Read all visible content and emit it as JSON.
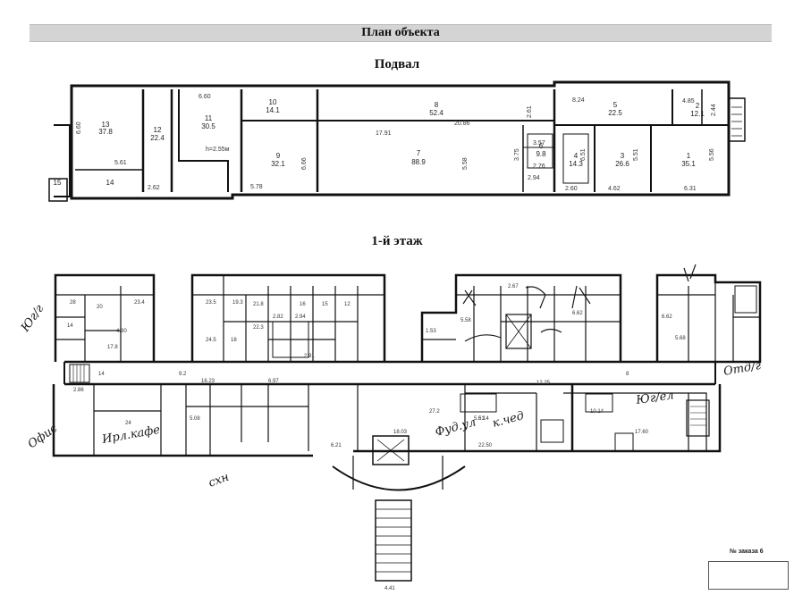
{
  "document": {
    "title": "План объекта",
    "sections": {
      "basement": "Подвал",
      "floor1": "1-й этаж"
    }
  },
  "basement_rooms": [
    {
      "num": "13",
      "area": "37.8"
    },
    {
      "num": "12",
      "area": "22.4"
    },
    {
      "num": "11",
      "area": "30.5"
    },
    {
      "num": "10",
      "area": "14.1"
    },
    {
      "num": "9",
      "area": "32.1"
    },
    {
      "num": "8",
      "area": "52.4"
    },
    {
      "num": "7",
      "area": "88.9"
    },
    {
      "num": "6",
      "area": "9.8"
    },
    {
      "num": "5",
      "area": "22.5"
    },
    {
      "num": "4",
      "area": "14.3"
    },
    {
      "num": "3",
      "area": "26.6"
    },
    {
      "num": "2",
      "area": "12.1"
    },
    {
      "num": "1",
      "area": "35.1"
    },
    {
      "num": "14",
      "area": ""
    },
    {
      "num": "15",
      "area": ""
    }
  ],
  "basement_dims": [
    "6.60",
    "5.61",
    "2.62",
    "6.60",
    "h=2.55м",
    "5.78",
    "6.66",
    "17.91",
    "20.86",
    "5.58",
    "2.61",
    "3.57",
    "3.75",
    "2.76",
    "2.94",
    "8.24",
    "4.85",
    "2.44",
    "6.51",
    "5.51",
    "5.56",
    "2.60",
    "4.62",
    "6.31"
  ],
  "floor1_labels": [
    "28",
    "20",
    "23.4",
    "17.8",
    "14",
    "23.5",
    "24.5",
    "19.3",
    "18",
    "21.8",
    "22.3",
    "16",
    "15",
    "12",
    "2.82",
    "2.94",
    "5.58",
    "6.62",
    "24",
    "27.2",
    "18.03",
    "22.50",
    "6.21",
    "9.2",
    "5.51",
    "16.23",
    "6.97",
    "12.25",
    "14",
    "8",
    "10.14",
    "6.14",
    "5.68",
    "17.60",
    "2.91",
    "4.30",
    "6.62",
    "2.67",
    "1.53",
    "5.08",
    "2.86",
    "4.41"
  ],
  "annotations": [
    "Юг/г",
    "Офис",
    "Ирл.кафе",
    "Фуд.ул",
    "к.чед",
    "Юг/ел",
    "схн",
    "Отд/г"
  ],
  "footer": {
    "order": "№ заказа 6"
  }
}
